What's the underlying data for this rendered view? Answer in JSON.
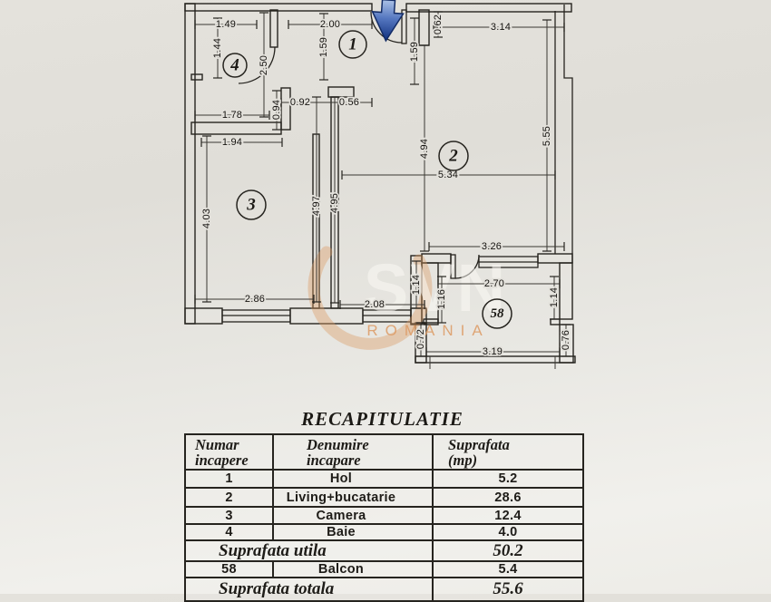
{
  "plan": {
    "room_markers": {
      "hol": "1",
      "living": "2",
      "camera": "3",
      "baie": "4",
      "balcon": "58"
    },
    "dims": {
      "baie_top": "1.49",
      "baie_left": "1.44",
      "baie_right": "2.50",
      "baie_bottom": "1.78",
      "hol_top": "2.00",
      "hol_height": "1.59",
      "hol_passage": "0.92",
      "hol_wall": "0.94",
      "hol_stub": "0.56",
      "entry_stub": "0.62",
      "entry_opening": "1.59",
      "living_top": "3.14",
      "living_right": "5.55",
      "living_left": "4.94",
      "living_width": "5.34",
      "camera_top": "1.94",
      "camera_left": "4.03",
      "camera_right": "4.97",
      "living_wall": "4.95",
      "camera_bottom": "2.86",
      "kitchen_bottom": "2.08",
      "kitchen_balcony_wall": "1.14",
      "balcony_top": "3.26",
      "balcony_inner_top": "2.70",
      "balcony_inner_left": "1.16",
      "balcony_inner_right": "1.14",
      "balcony_lower_left": "0.72",
      "balcony_lower_right": "0.76",
      "balcony_bottom": "3.19"
    },
    "watermark": {
      "brand": "SVN",
      "country": "ROMANIA"
    }
  },
  "table": {
    "title": "RECAPITULATIE",
    "headers": {
      "col1_line1": "Numar",
      "col1_line2": "incapere",
      "col2_line1": "Denumire",
      "col2_line2": "incapare",
      "col3_line1": "Suprafata",
      "col3_line2": "(mp)"
    },
    "rows": [
      {
        "nr": "1",
        "name": "Hol",
        "area": "5.2"
      },
      {
        "nr": "2",
        "name": "Living+bucatarie",
        "area": "28.6"
      },
      {
        "nr": "3",
        "name": "Camera",
        "area": "12.4"
      },
      {
        "nr": "4",
        "name": "Baie",
        "area": "4.0"
      }
    ],
    "subtotal_label": "Suprafata utila",
    "subtotal_value": "50.2",
    "balcony_row": {
      "nr": "58",
      "name": "Balcon",
      "area": "5.4"
    },
    "total_label": "Suprafata totala",
    "total_value": "55.6"
  },
  "colors": {
    "paper": "#e4e2dc",
    "ink": "#26241f",
    "arrow_blue": "#10307e",
    "watermark_orange": "#dd9a63"
  }
}
